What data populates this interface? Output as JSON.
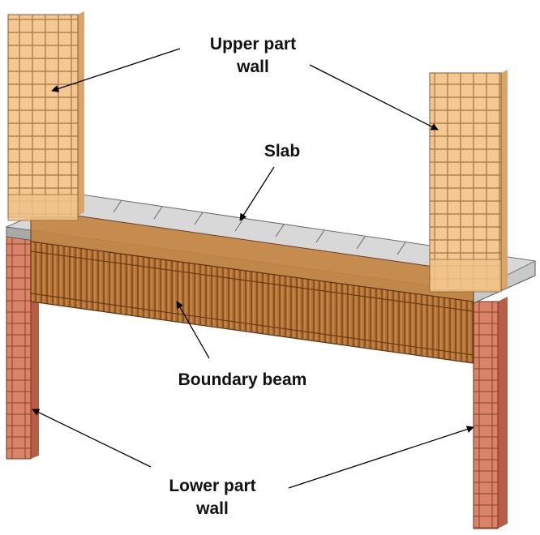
{
  "labels": {
    "upper_wall_line1": "Upper part",
    "upper_wall_line2": "wall",
    "slab": "Slab",
    "boundary_beam": "Boundary beam",
    "lower_wall_line1": "Lower part",
    "lower_wall_line2": "wall"
  },
  "colors": {
    "upper_wall": "#f2c48c",
    "lower_wall": "#d9826a",
    "beam": "#b8773a",
    "slab": "#cfcfcf",
    "rebar": "#8a5a2a",
    "leader": "#000000"
  }
}
